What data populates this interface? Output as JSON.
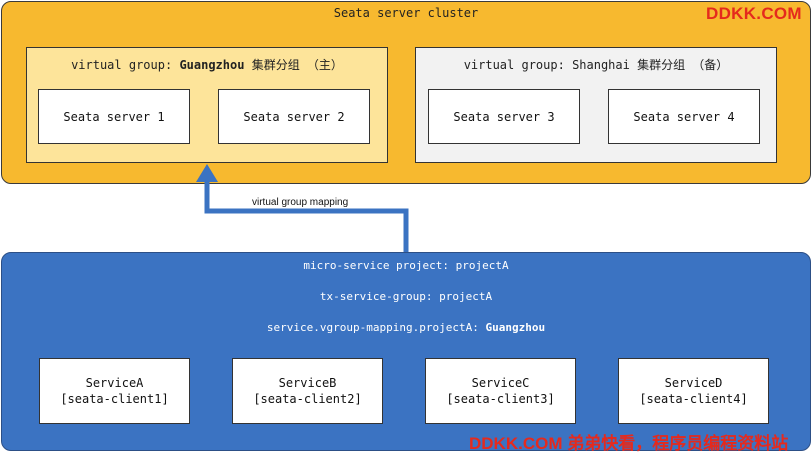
{
  "cluster": {
    "title": "Seata server cluster",
    "watermark": "DDKK.COM",
    "groups": [
      {
        "prefix": "virtual group: ",
        "name": "Guangzhou",
        "suffix": " 集群分组 （主）",
        "servers": [
          "Seata server 1",
          "Seata server 2"
        ]
      },
      {
        "prefix": "virtual group: ",
        "name": "Shanghai",
        "suffix": " 集群分组 （备）",
        "servers": [
          "Seata server 3",
          "Seata server 4"
        ]
      }
    ]
  },
  "mapping": {
    "label": "virtual group mapping"
  },
  "project": {
    "line1": "micro-service project: projectA",
    "line2": "tx-service-group: projectA",
    "line3_prefix": "service.vgroup-mapping.projectA: ",
    "line3_value": "Guangzhou",
    "services": [
      {
        "name": "ServiceA",
        "client": "[seata-client1]"
      },
      {
        "name": "ServiceB",
        "client": "[seata-client2]"
      },
      {
        "name": "ServiceC",
        "client": "[seata-client3]"
      },
      {
        "name": "ServiceD",
        "client": "[seata-client4]"
      }
    ],
    "watermark": "DDKK.COM 弟弟快看，程序员编程资料站"
  },
  "colors": {
    "cluster_bg": "#f7b92f",
    "primary_group_bg": "#fde49a",
    "backup_group_bg": "#f2f2f2",
    "project_bg": "#3b73c2",
    "arrow": "#3b73c2",
    "watermark": "#e52a1d"
  }
}
